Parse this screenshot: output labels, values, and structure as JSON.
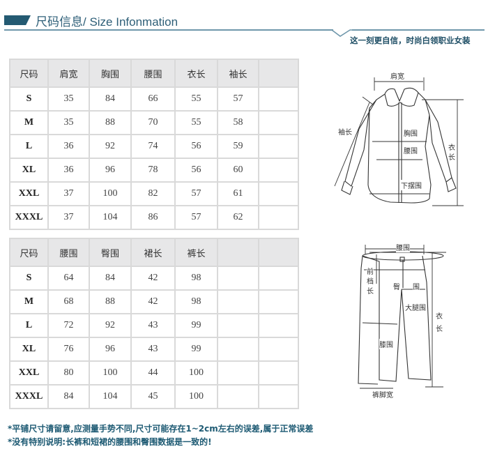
{
  "header": {
    "title": "尺码信息/ Size Infonmation",
    "slogan": "这一刻更自信，时尚白领职业女装",
    "accent_color": "#245a72",
    "line_color": "#6f97ab"
  },
  "top_table": {
    "headers": [
      "尺码",
      "肩宽",
      "胸围",
      "腰围",
      "衣长",
      "袖长",
      ""
    ],
    "rows": [
      [
        "S",
        "35",
        "84",
        "66",
        "55",
        "57",
        ""
      ],
      [
        "M",
        "35",
        "88",
        "70",
        "55",
        "58",
        ""
      ],
      [
        "L",
        "36",
        "92",
        "74",
        "56",
        "59",
        ""
      ],
      [
        "XL",
        "36",
        "96",
        "78",
        "56",
        "60",
        ""
      ],
      [
        "XXL",
        "37",
        "100",
        "82",
        "57",
        "61",
        ""
      ],
      [
        "XXXL",
        "37",
        "104",
        "86",
        "57",
        "62",
        ""
      ]
    ]
  },
  "bottom_table": {
    "headers": [
      "尺码",
      "腰围",
      "臀围",
      "裙长",
      "裤长",
      "",
      ""
    ],
    "rows": [
      [
        "S",
        "64",
        "84",
        "42",
        "98",
        "",
        ""
      ],
      [
        "M",
        "68",
        "88",
        "42",
        "98",
        "",
        ""
      ],
      [
        "L",
        "72",
        "92",
        "43",
        "99",
        "",
        ""
      ],
      [
        "XL",
        "76",
        "96",
        "43",
        "99",
        "",
        ""
      ],
      [
        "XXL",
        "80",
        "100",
        "44",
        "100",
        "",
        ""
      ],
      [
        "XXXL",
        "84",
        "104",
        "45",
        "100",
        "",
        ""
      ]
    ]
  },
  "shirt_diagram": {
    "labels": {
      "shoulder": "肩宽",
      "sleeve": "袖长",
      "chest": "胸围",
      "waist": "腰围",
      "hem": "下摆围",
      "length_1": "衣",
      "length_2": "长"
    }
  },
  "pants_diagram": {
    "labels": {
      "waist": "腰围",
      "rise_1": "前",
      "rise_2": "档",
      "rise_3": "长",
      "hip_1": "臀",
      "hip_2": "围",
      "thigh": "大腿围",
      "knee": "膝围",
      "length_1": "衣",
      "length_2": "长",
      "leg_opening": "裤脚宽"
    }
  },
  "notes": [
    "*平铺尺寸请留意,应测量手势不同,尺寸可能存在1~2cm左右的误差,属于正常误差",
    "*没有特别说明:长裤和短裙的腰围和臀围数据是一致的!"
  ]
}
